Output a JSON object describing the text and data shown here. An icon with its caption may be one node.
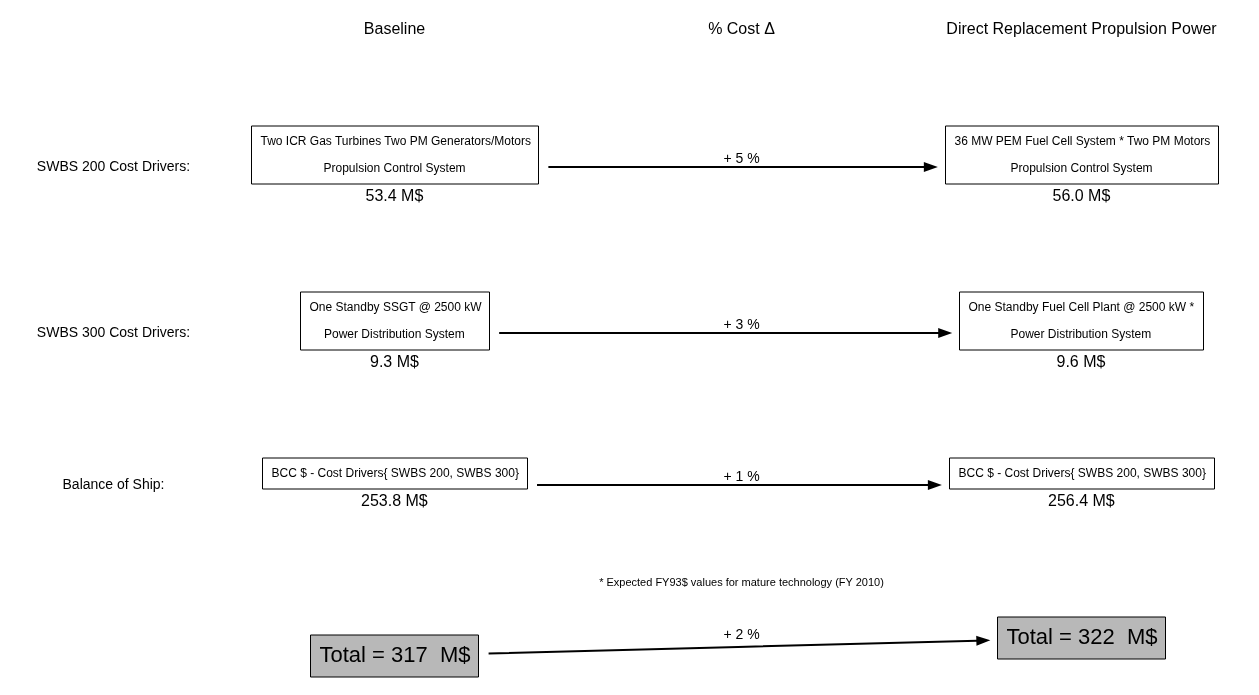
{
  "diagram": {
    "nodes": [
      {
        "text": [
          "Two ICR Gas Turbines Two PM Generators/Motors",
          "Propulsion Control System"
        ],
        "beside": [
          "53.4 M$"
        ]
      },
      {
        "text": [
          "36 MW PEM Fuel Cell System * Two PM Motors",
          "Propulsion Control System"
        ],
        "beside": [
          "56.0 M$"
        ]
      },
      {
        "text": [
          "One Standby SSGT @ 2500 kW",
          "Power Distribution System"
        ],
        "beside": [
          "9.3 M$"
        ]
      },
      {
        "text": [
          "One Standby Fuel Cell Plant @ 2500 kW *",
          "Power Distribution System"
        ],
        "beside": [
          "9.6 M$"
        ]
      },
      {
        "text": [
          "BCC $ - Cost Drivers{ SWBS 200, SWBS 300}"
        ],
        "beside": [
          "253.8 M$"
        ]
      },
      {
        "text": [
          "BCC $ - Cost Drivers{ SWBS 200, SWBS 300}"
        ],
        "beside": [
          "256.4 M$"
        ]
      },
      {
        "text": [
          "Total = 317  M$"
        ]
      },
      {
        "text": [
          "Total = 322  M$"
        ]
      }
    ],
    "edges": [
      {
        "from": 0,
        "to": 1,
        "arrow": "to",
        "label": "+ 5 %"
      },
      {
        "from": 2,
        "to": 3,
        "arrow": "to",
        "label": "+ 3 %"
      },
      {
        "from": 4,
        "to": 5,
        "arrow": "to",
        "label": "+ 1 %"
      },
      {
        "from": 6,
        "to": 7,
        "arrow": "to",
        "label": "+ 2 %"
      }
    ],
    "labels": [
      "Baseline",
      "% Cost Δ",
      "Direct Replacement Propulsion Power",
      "SWBS 200 Cost Drivers:",
      "SWBS 300 Cost Drivers:",
      "Balance of Ship:",
      "* Expected FY93$ values for mature technology (FY 2010)"
    ]
  }
}
